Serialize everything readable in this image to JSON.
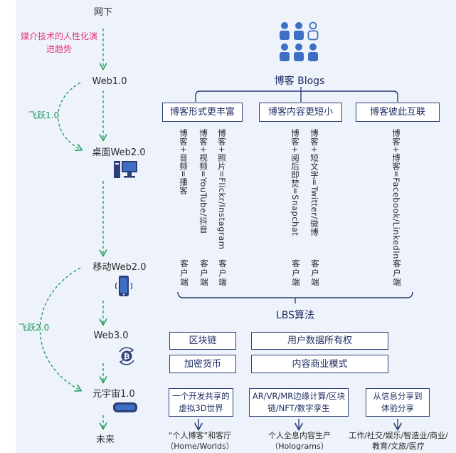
{
  "left": {
    "stages": [
      "网下",
      "Web1.0",
      "桌面Web2.0",
      "移动Web2.0",
      "Web3.0",
      "元宇宙1.0",
      "未来"
    ],
    "trend_label": "媒介技术的人性化演进趋势",
    "leap1": "飞跃1.0",
    "leap2": "飞跃2.0"
  },
  "blogs": {
    "title": "博客 Blogs",
    "categories": [
      "博客形式更丰富",
      "博客内容更短小",
      "博客彼此互联"
    ],
    "columns": [
      "博客+音频=播客",
      "博客+视频=YouTube/抖音",
      "博客+照片=Flickr/Instagram",
      "博客+阅后即焚=Snapchat",
      "博客+短文字=Twitter/微博",
      "博客+博客=Facebook/LinkedIn"
    ],
    "client_label": "客户端"
  },
  "lbs": "LBS算法",
  "web3_boxes": [
    "区块链",
    "用户数据所有权",
    "加密货币",
    "内容商业模式"
  ],
  "meta_boxes": [
    "一个开发共享的虚拟3D世界",
    "AR/VR/MR边缘计算/区块链/NFT/数字孪生",
    "从信息分享到体验分享"
  ],
  "outcomes": [
    "“个人博客”和客厅（Home/Worlds）",
    "个人全息内容生产（Holograms）",
    "工作/社交/娱乐/智造业/商业/教育/文旅/医疗"
  ],
  "colors": {
    "navy": "#2c3e78",
    "accent_blue": "#3f6fc4",
    "pink": "#e0387a",
    "green": "#1b9a5b",
    "background": "#eef2fa"
  },
  "icons": [
    "people-icon",
    "desktop-computer-icon",
    "mobile-phone-icon",
    "bitcoin-icon",
    "vr-headset-icon"
  ]
}
